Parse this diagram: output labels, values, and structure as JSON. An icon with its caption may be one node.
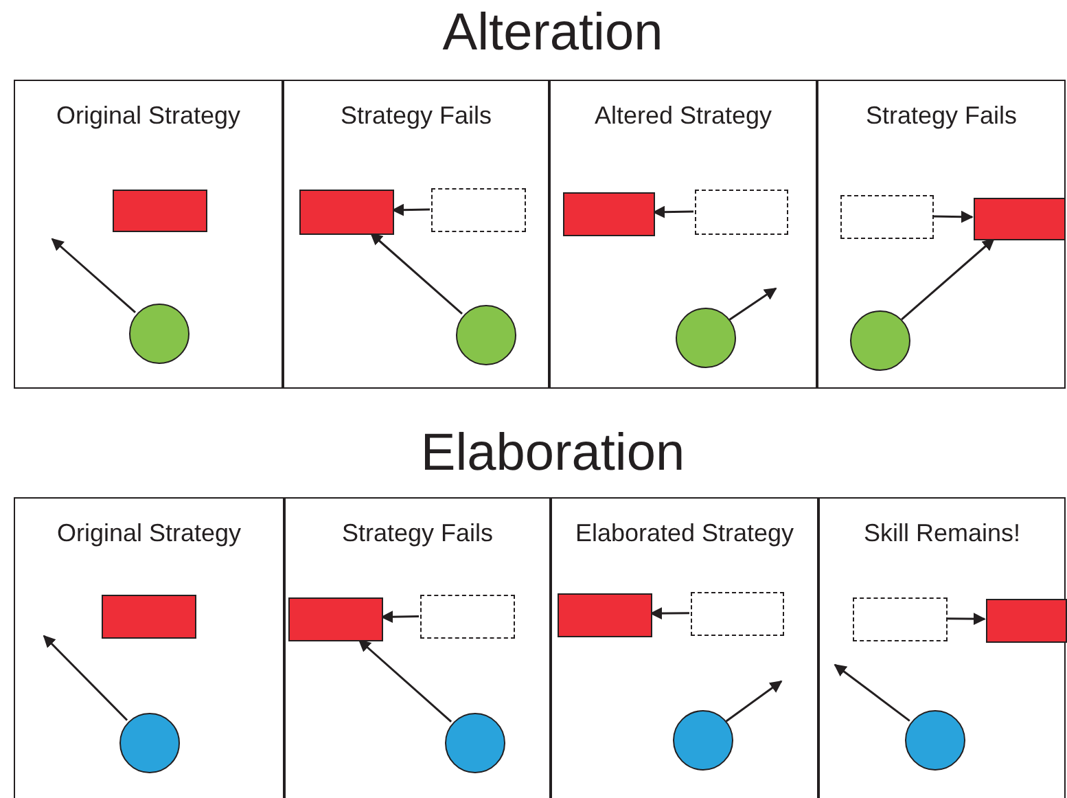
{
  "diagram": {
    "nodes": [
      {
        "text": [
          "Original Strategy"
        ]
      },
      {
        "text": [],
        "shape": "box",
        "in": 0
      },
      {
        "text": [],
        "shape": "circle",
        "in": 0
      },
      {
        "text": [
          "Strategy Fails"
        ]
      },
      {
        "text": [],
        "shape": "box",
        "in": 3
      },
      {
        "text": [],
        "shape": "box",
        "in": 3
      },
      {
        "text": [],
        "shape": "circle",
        "in": 3
      },
      {
        "text": [
          "Altered Strategy"
        ]
      },
      {
        "text": [],
        "shape": "box",
        "in": 7
      },
      {
        "text": [],
        "shape": "box",
        "in": 7
      },
      {
        "text": [],
        "shape": "circle",
        "in": 7
      },
      {
        "text": [
          "Strategy Fails"
        ]
      },
      {
        "text": [],
        "shape": "box",
        "in": 11
      },
      {
        "text": [],
        "shape": "box",
        "in": 11
      },
      {
        "text": [],
        "shape": "circle",
        "in": 11
      },
      {
        "text": [
          "Original Strategy"
        ]
      },
      {
        "text": [],
        "shape": "box",
        "in": 15
      },
      {
        "text": [],
        "shape": "circle",
        "in": 15
      },
      {
        "text": [
          "Strategy Fails"
        ]
      },
      {
        "text": [],
        "shape": "box",
        "in": 18
      },
      {
        "text": [],
        "shape": "box",
        "in": 18
      },
      {
        "text": [],
        "shape": "circle",
        "in": 18
      },
      {
        "text": [
          "Elaborated Strategy"
        ]
      },
      {
        "text": [],
        "shape": "box",
        "in": 22
      },
      {
        "text": [],
        "shape": "box",
        "in": 22
      },
      {
        "text": [],
        "shape": "circle",
        "in": 22
      },
      {
        "text": [
          "Skill Remains!"
        ]
      },
      {
        "text": [],
        "shape": "box",
        "in": 26
      },
      {
        "text": [],
        "shape": "box",
        "in": 26
      },
      {
        "text": [],
        "shape": "circle",
        "in": 26
      }
    ],
    "edges": [
      {
        "from": 2,
        "to": null,
        "arrow": "to"
      },
      {
        "from": 5,
        "to": 4,
        "arrow": "to"
      },
      {
        "from": 6,
        "to": 4,
        "arrow": "to"
      },
      {
        "from": 9,
        "to": 8,
        "arrow": "to"
      },
      {
        "from": 10,
        "to": null,
        "arrow": "to"
      },
      {
        "from": 12,
        "to": 13,
        "arrow": "to"
      },
      {
        "from": 14,
        "to": 13,
        "arrow": "to"
      },
      {
        "from": 17,
        "to": null,
        "arrow": "to"
      },
      {
        "from": 20,
        "to": 19,
        "arrow": "to"
      },
      {
        "from": 21,
        "to": 19,
        "arrow": "to"
      },
      {
        "from": 24,
        "to": 23,
        "arrow": "to"
      },
      {
        "from": 25,
        "to": null,
        "arrow": "to"
      },
      {
        "from": 27,
        "to": 28,
        "arrow": "to"
      },
      {
        "from": 29,
        "to": null,
        "arrow": "to"
      }
    ],
    "labels": [
      "Alteration",
      "Elaboration"
    ]
  }
}
